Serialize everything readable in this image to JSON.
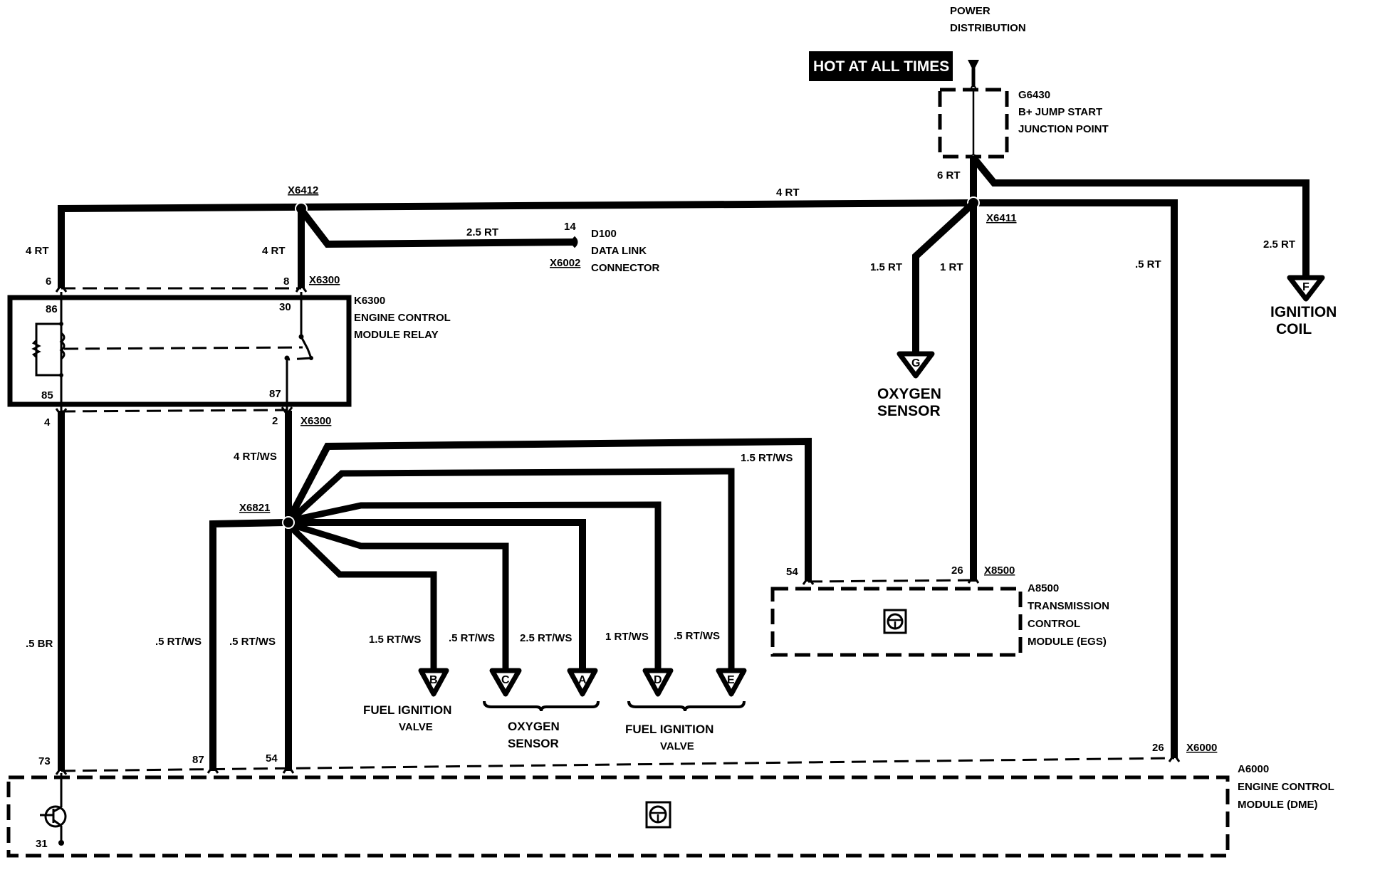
{
  "diagram": {
    "title_top": [
      "POWER",
      "DISTRIBUTION"
    ],
    "hot_label": "HOT AT ALL TIMES",
    "components": {
      "g6430": [
        "G6430",
        "B+ JUMP START",
        "JUNCTION POINT"
      ],
      "d100": [
        "D100",
        "DATA LINK",
        "CONNECTOR"
      ],
      "k6300": [
        "K6300",
        "ENGINE CONTROL",
        "MODULE RELAY"
      ],
      "a8500": [
        "A8500",
        "TRANSMISSION",
        "CONTROL",
        "MODULE (EGS)"
      ],
      "a6000": [
        "A6000",
        "ENGINE CONTROL",
        "MODULE (DME)"
      ],
      "ignition_coil": [
        "IGNITION",
        "COIL"
      ],
      "oxygen_sensor_top": [
        "OXYGEN",
        "SENSOR"
      ],
      "fuel_ignition_valve_1": [
        "FUEL IGNITION",
        "VALVE"
      ],
      "oxygen_sensor_bottom": [
        "OXYGEN",
        "SENSOR"
      ],
      "fuel_ignition_valve_2": [
        "FUEL IGNITION",
        "VALVE"
      ]
    },
    "connectors": {
      "x6412": "X6412",
      "x6411": "X6411",
      "x6300_top": "X6300",
      "x6300_bottom": "X6300",
      "x6002": "X6002",
      "x6821": "X6821",
      "x8500": "X8500",
      "x6000": "X6000"
    },
    "pins": {
      "k6300_6": "6",
      "k6300_8": "8",
      "k6300_86": "86",
      "k6300_30": "30",
      "k6300_85": "85",
      "k6300_87": "87",
      "k6300_4": "4",
      "k6300_2": "2",
      "d100_14": "14",
      "a8500_54": "54",
      "a8500_26": "26",
      "a6000_73": "73",
      "a6000_87": "87",
      "a6000_54": "54",
      "a6000_26": "26",
      "a6000_31": "31"
    },
    "wires": {
      "main_4rt_top": "4 RT",
      "left_4rt": "4 RT",
      "relay30_4rt": "4 RT",
      "dlc_25rt": "2.5 RT",
      "g6430_6rt": "6 RT",
      "o2_15rt": "1.5 RT",
      "egs_1rt": "1 RT",
      "dme_05rt": ".5 RT",
      "coil_25rt": "2.5 RT",
      "relay87_4rtws": "4 RT/WS",
      "egs54_15rtws": "1.5 RT/WS",
      "dme73_05br": ".5 BR",
      "dme87_05rtws": ".5 RT/WS",
      "dme54_05rtws": ".5 RT/WS",
      "b_15rtws": "1.5 RT/WS",
      "c_05rtws": ".5 RT/WS",
      "a_25rtws": "2.5 RT/WS",
      "d_1rtws": "1 RT/WS",
      "e_05rtws": ".5 RT/WS"
    },
    "connector_letters": {
      "ignition_coil": "F",
      "oxygen_top": "G",
      "b": "B",
      "c": "C",
      "a": "A",
      "d": "D",
      "e": "E"
    }
  }
}
